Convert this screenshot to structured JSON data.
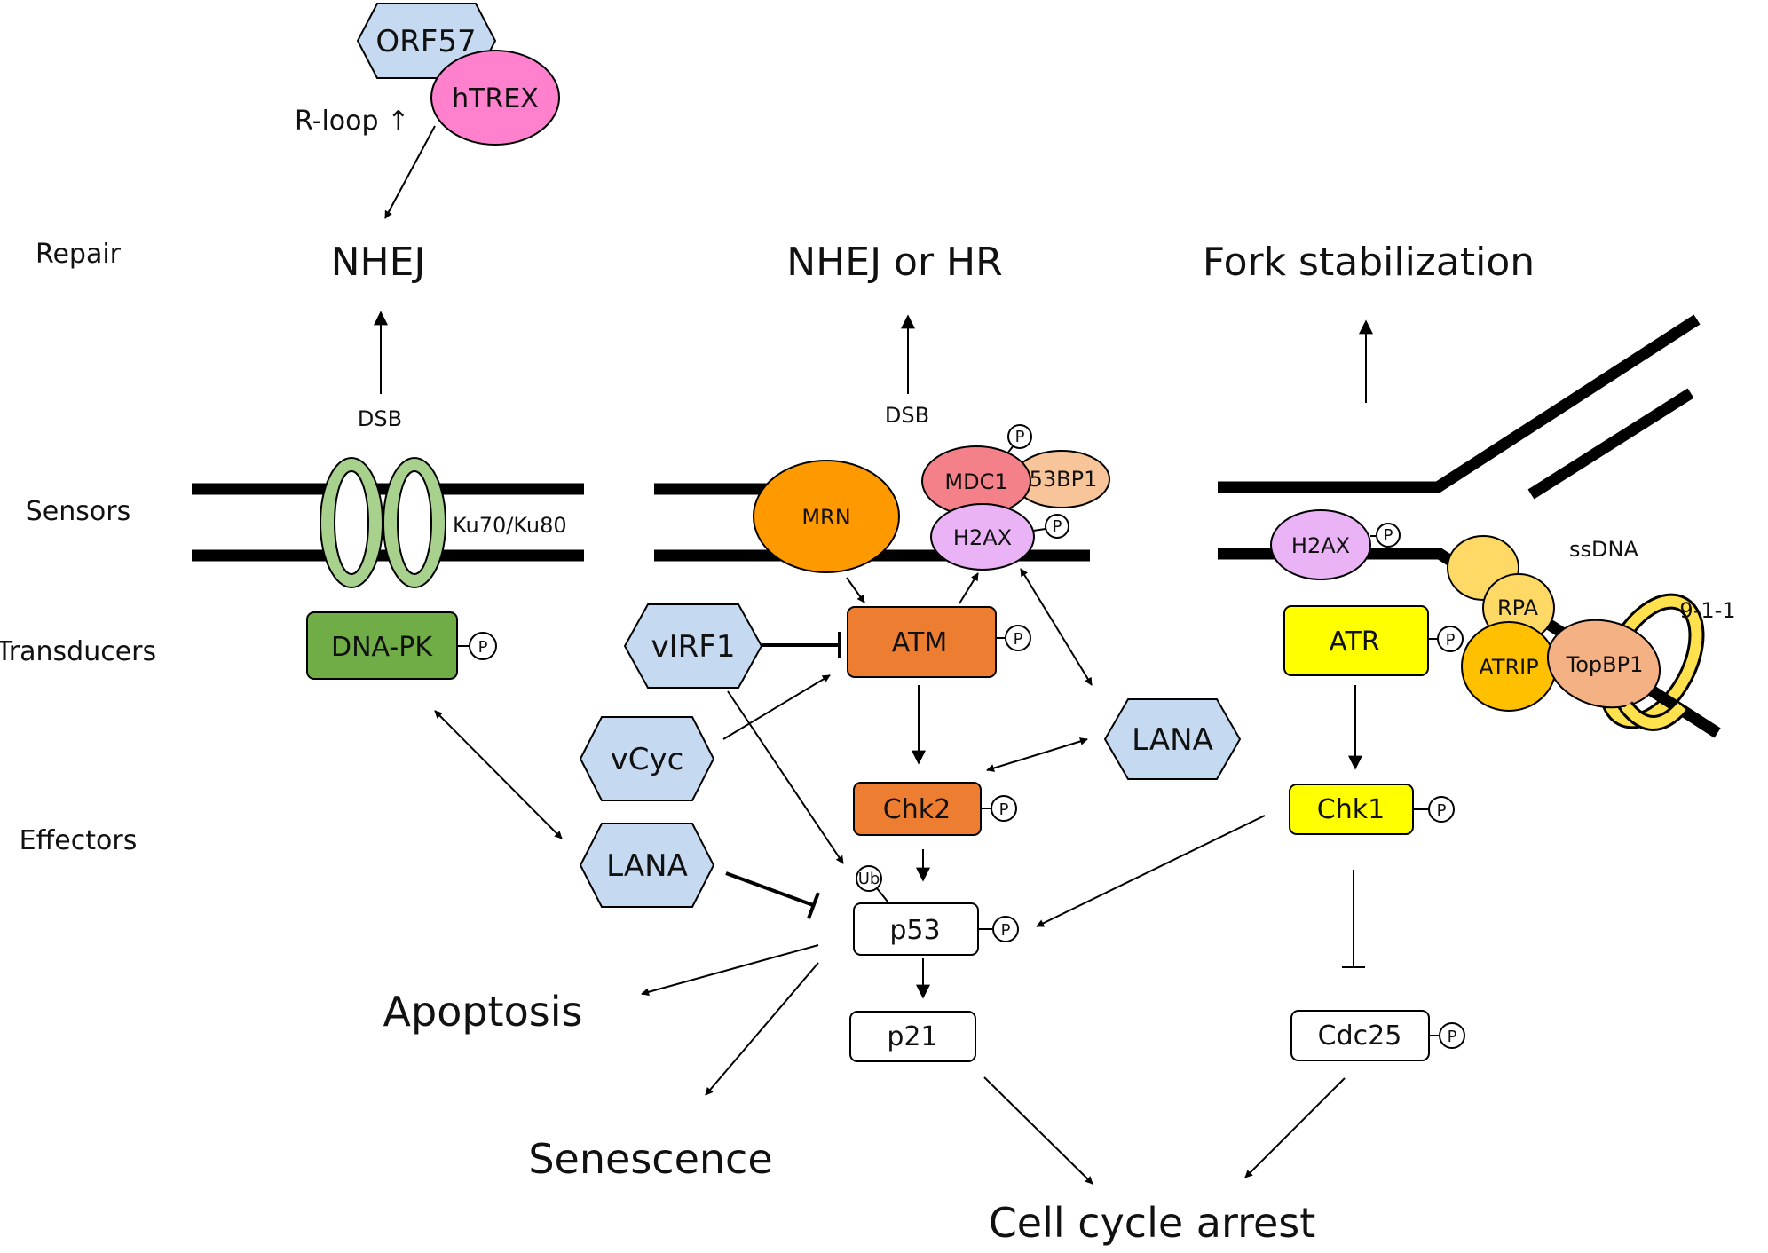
{
  "rows": {
    "repair": "Repair",
    "sensors": "Sensors",
    "transducers": "Transducers",
    "effectors": "Effectors"
  },
  "outcomes": {
    "nhej": "NHEJ",
    "nhej_or_hr": "NHEJ or HR",
    "fork_stabilization": "Fork stabilization",
    "apoptosis": "Apoptosis",
    "senescence": "Senescence",
    "cell_cycle_arrest": "Cell cycle arrest"
  },
  "labels": {
    "r_loop": "R-loop ↑",
    "dsb": "DSB",
    "ku70_ku80": "Ku70/Ku80",
    "ssdna": "ssDNA",
    "nine_one_one": "9-1-1",
    "phospho": "P",
    "ubiquitin": "Ub"
  },
  "nodes": {
    "orf57": "ORF57",
    "htrex": "hTREX",
    "dna_pk": "DNA-PK",
    "mrn": "MRN",
    "mdc1": "MDC1",
    "bp53": "53BP1",
    "h2ax_mid": "H2AX",
    "h2ax_right": "H2AX",
    "atm": "ATM",
    "virf1": "vIRF1",
    "vcyc": "vCyc",
    "lana_right": "LANA",
    "lana_left": "LANA",
    "chk2": "Chk2",
    "p53": "p53",
    "p21": "p21",
    "atr": "ATR",
    "rpa": "RPA",
    "atrip": "ATRIP",
    "topbp1": "TopBP1",
    "chk1": "Chk1",
    "cdc25": "Cdc25"
  },
  "colors": {
    "hexagon_fill": "#c5d9f1",
    "htrex": "#ff80cc",
    "ku_ring": "#a9d18e",
    "dna_pk": "#70ad47",
    "mrn": "#ff9900",
    "mdc1": "#f4808a",
    "bp53": "#f8c49a",
    "h2ax": "#e9b3f5",
    "atm": "#ed7d31",
    "chk2": "#ed7d31",
    "atr": "#ffff00",
    "chk1": "#ffff00",
    "rpa": "#ffd966",
    "atrip": "#ffc000",
    "topbp1": "#f4b183",
    "ring_911": "#ffe14d"
  }
}
